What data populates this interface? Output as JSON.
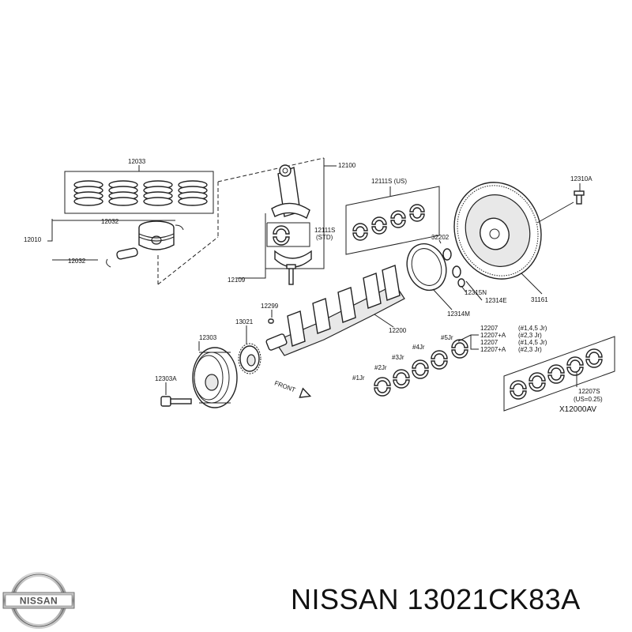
{
  "diagram": {
    "labels": {
      "rings": "12033",
      "ring_single": "12032",
      "piston": "12010",
      "pin_clip": "12032",
      "conrod": "12100",
      "rod_bearing_us": "12111S (US)",
      "rod_bearing_std_code": "12111S",
      "rod_bearing_std_suffix": "(STD)",
      "rod_bolt": "12109",
      "flywheel_bolt": "12310A",
      "plate_bolt": "32202",
      "bolt_12315n": "12315N",
      "plate_12314e": "12314E",
      "flywheel": "31161",
      "plate_12314m": "12314M",
      "key": "12299",
      "sprocket": "13021",
      "pulley": "12303",
      "pulley_bolt": "12303A",
      "crankshaft": "12200",
      "brg_a1": "12207",
      "brg_a1_note": "(#1,4,5 Jr)",
      "brg_a2": "12207+A",
      "brg_a2_note": "(#2,3 Jr)",
      "brg_b1": "12207",
      "brg_b1_note": "(#1,4,5 Jr)",
      "brg_b2": "12207+A",
      "brg_b2_note": "(#2,3 Jr)",
      "jr5": "#5Jr",
      "jr4": "#4Jr",
      "jr3": "#3Jr",
      "jr2": "#2Jr",
      "jr1": "#1Jr",
      "front": "FRONT",
      "main_brg_us": "12207S",
      "main_brg_us_note": "(US=0.25)",
      "figure_code": "X12000AV"
    }
  },
  "footer": {
    "brand_logo": "NISSAN",
    "title": "NISSAN 13021CK83A"
  }
}
